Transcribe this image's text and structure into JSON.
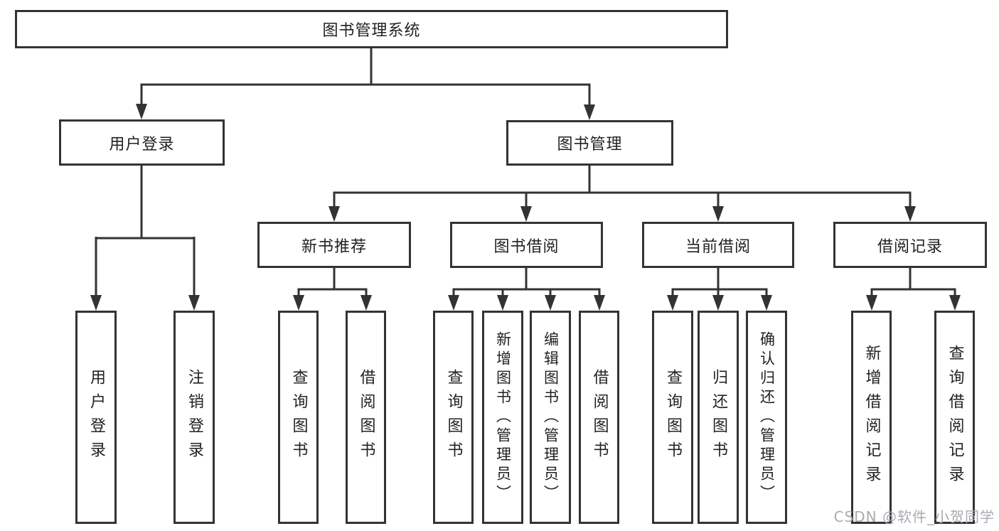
{
  "diagram": {
    "root": {
      "label": "图书管理系统",
      "children": [
        {
          "label": "用户登录",
          "children": [
            {
              "label": "用户登录"
            },
            {
              "label": "注销登录"
            }
          ]
        },
        {
          "label": "图书管理",
          "children": [
            {
              "label": "新书推荐",
              "children": [
                {
                  "label": "查询图书"
                },
                {
                  "label": "借阅图书"
                }
              ]
            },
            {
              "label": "图书借阅",
              "children": [
                {
                  "label": "查询图书"
                },
                {
                  "label": "新增图书（管理员）"
                },
                {
                  "label": "编辑图书（管理员）"
                },
                {
                  "label": "借阅图书"
                }
              ]
            },
            {
              "label": "当前借阅",
              "children": [
                {
                  "label": "查询图书"
                },
                {
                  "label": "归还图书"
                },
                {
                  "label": "确认归还（管理员）"
                }
              ]
            },
            {
              "label": "借阅记录",
              "children": [
                {
                  "label": "新增借阅记录"
                },
                {
                  "label": "查询借阅记录"
                }
              ]
            }
          ]
        }
      ]
    }
  },
  "watermark": {
    "text": "CSDN @软件_小贺同学"
  },
  "colors": {
    "line": "#333333",
    "text": "#222222",
    "background": "#ffffff",
    "watermark": "#aaaab2"
  }
}
